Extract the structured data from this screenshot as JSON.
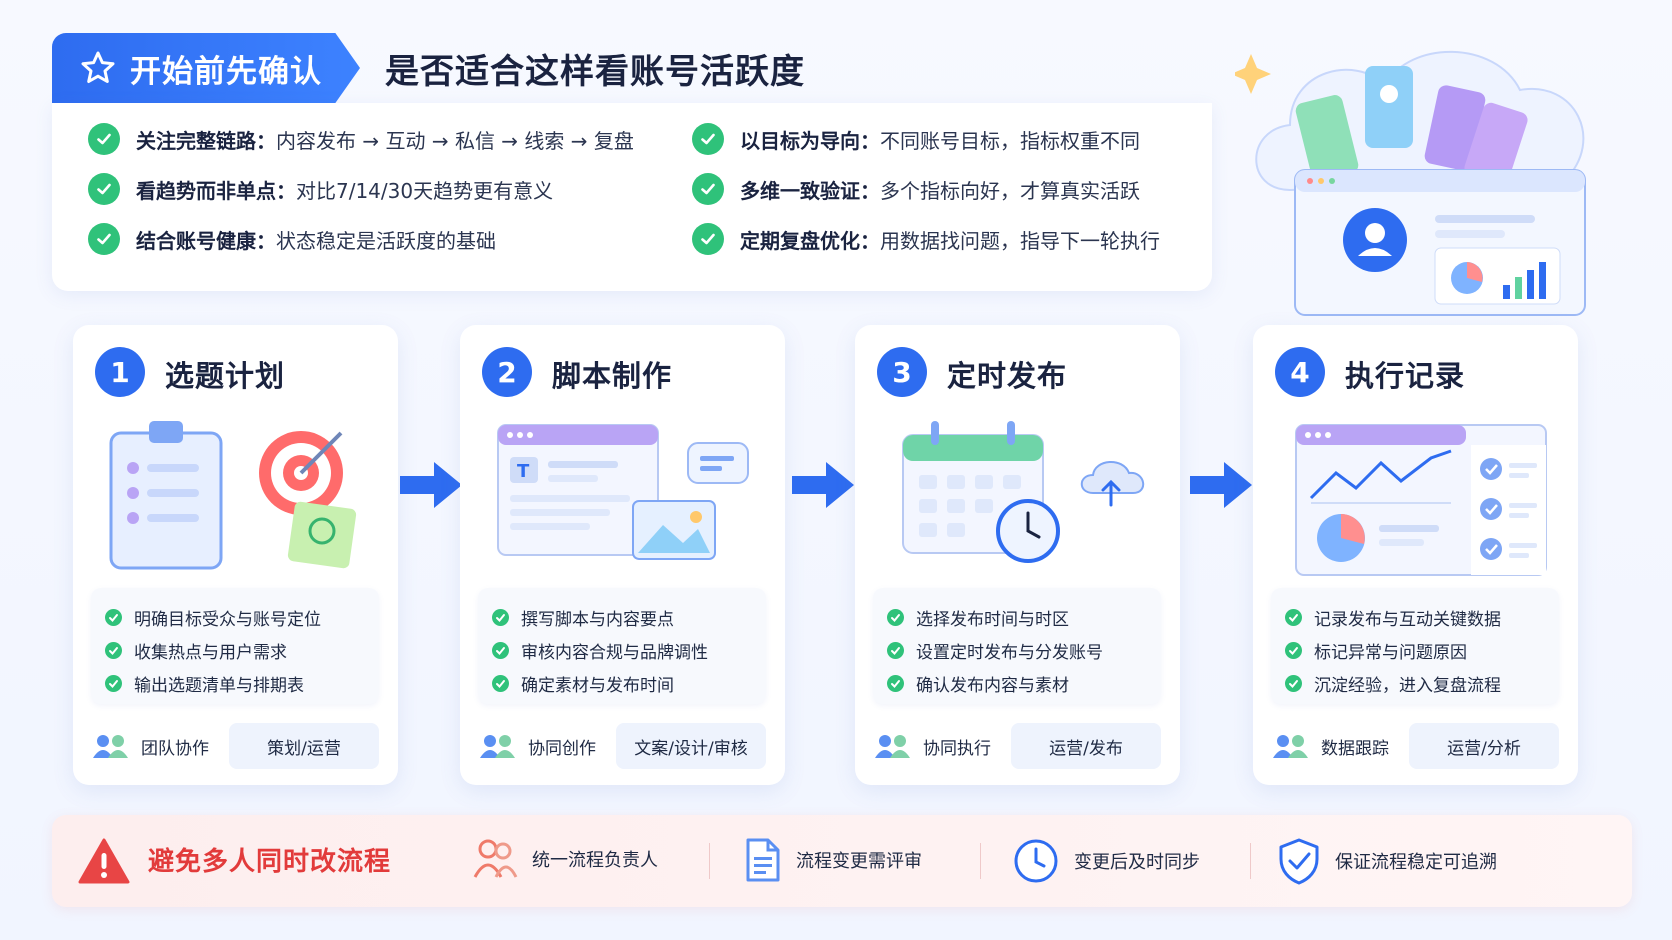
{
  "header": {
    "badge": "开始前先确认",
    "title": "是否适合这样看账号活跃度"
  },
  "principles": [
    {
      "bold": "关注完整链路：",
      "desc": "内容发布 → 互动 → 私信 → 线索 → 复盘"
    },
    {
      "bold": "看趋势而非单点：",
      "desc": "对比7/14/30天趋势更有意义"
    },
    {
      "bold": "结合账号健康：",
      "desc": "状态稳定是活跃度的基础"
    },
    {
      "bold": "以目标为导向：",
      "desc": "不同账号目标，指标权重不同"
    },
    {
      "bold": "多维一致验证：",
      "desc": "多个指标向好，才算真实活跃"
    },
    {
      "bold": "定期复盘优化：",
      "desc": "用数据找问题，指导下一轮执行"
    }
  ],
  "steps": [
    {
      "num": "1",
      "title": "选题计划",
      "items": [
        "明确目标受众与账号定位",
        "收集热点与用户需求",
        "输出选题清单与排期表"
      ],
      "foot_left": "团队协作",
      "foot_right": "策划/运营"
    },
    {
      "num": "2",
      "title": "脚本制作",
      "items": [
        "撰写脚本与内容要点",
        "审核内容合规与品牌调性",
        "确定素材与发布时间"
      ],
      "foot_left": "协同创作",
      "foot_right": "文案/设计/审核"
    },
    {
      "num": "3",
      "title": "定时发布",
      "items": [
        "选择发布时间与时区",
        "设置定时发布与分发账号",
        "确认发布内容与素材"
      ],
      "foot_left": "协同执行",
      "foot_right": "运营/发布"
    },
    {
      "num": "4",
      "title": "执行记录",
      "items": [
        "记录发布与互动关键数据",
        "标记异常与问题原因",
        "沉淀经验，进入复盘流程"
      ],
      "foot_left": "数据跟踪",
      "foot_right": "运营/分析"
    }
  ],
  "warning": {
    "title": "避免多人同时改流程",
    "items": [
      "统一流程负责人",
      "流程变更需评审",
      "变更后及时同步",
      "保证流程稳定可追溯"
    ]
  },
  "icons": [
    "star-icon",
    "check-icon",
    "arrow-right-icon",
    "team-icon",
    "warning-icon",
    "people-icon",
    "document-icon",
    "clock-icon",
    "shield-check-icon"
  ],
  "colors": {
    "primary": "#2e6cf0",
    "check": "#2fc27a",
    "warning": "#e23b3b"
  }
}
